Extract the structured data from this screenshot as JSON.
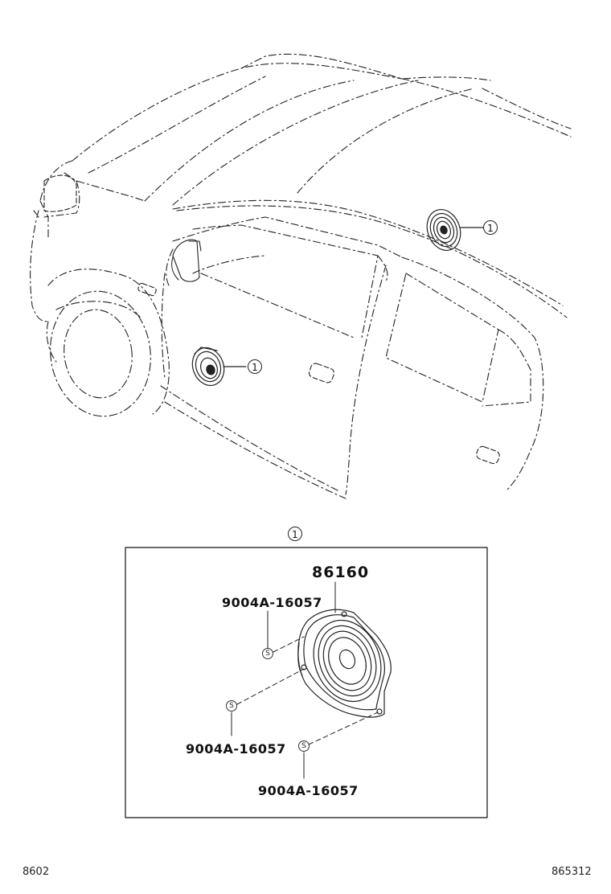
{
  "callout_marker": "1",
  "detail": {
    "marker": "1",
    "parts": [
      {
        "part_number": "86160"
      },
      {
        "part_number": "9004A-16057",
        "symbol": "S"
      },
      {
        "part_number": "9004A-16057",
        "symbol": "S"
      },
      {
        "part_number": "9004A-16057",
        "symbol": "S"
      }
    ]
  },
  "footer": {
    "left_code": "8602",
    "right_code": "865312"
  }
}
